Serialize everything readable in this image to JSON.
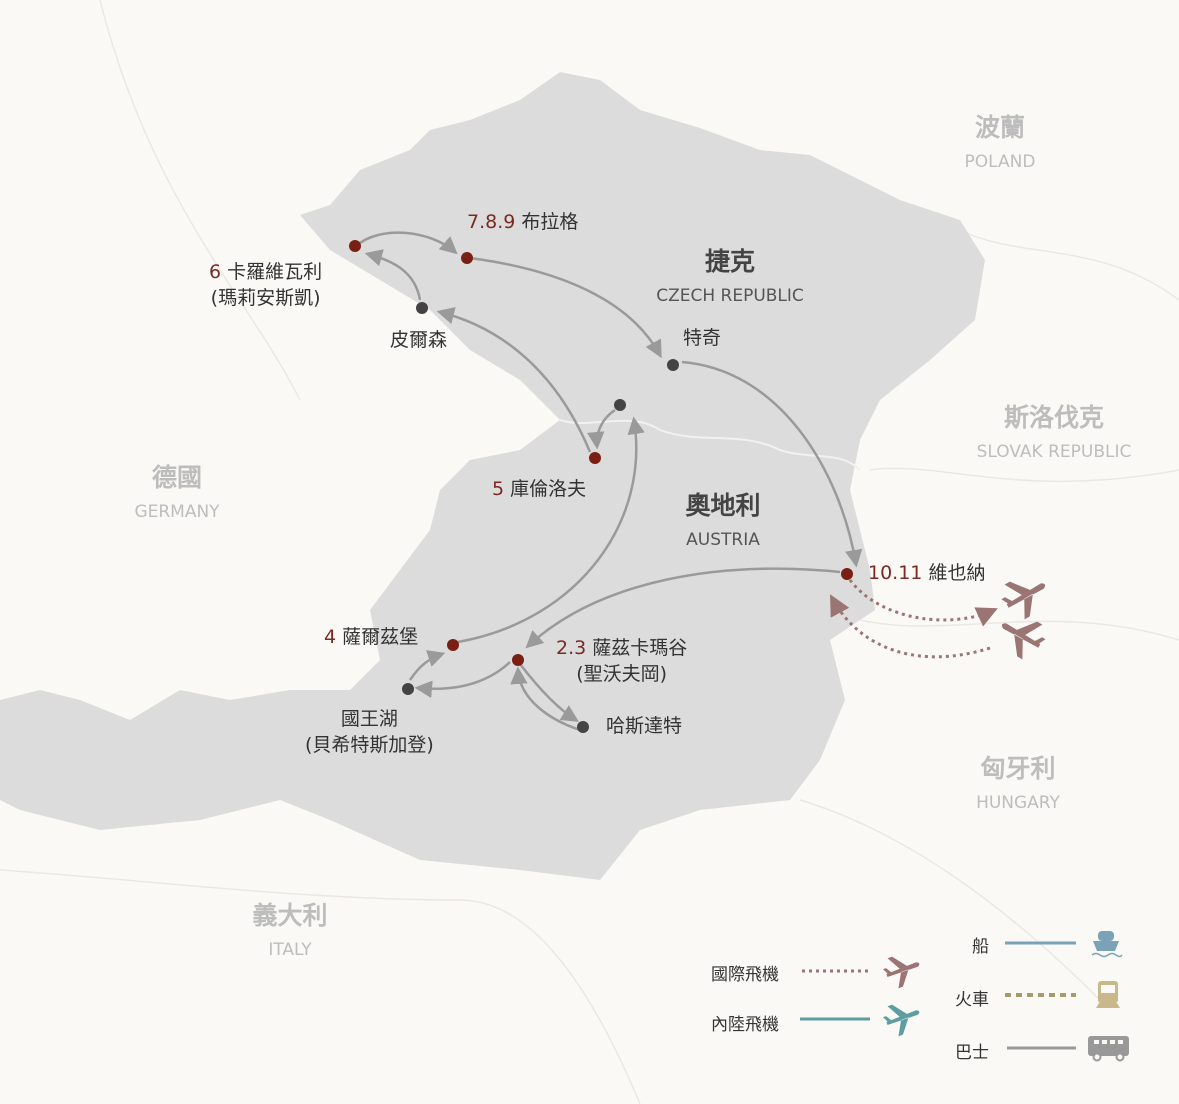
{
  "countries": [
    {
      "id": "poland",
      "zh": "波蘭",
      "en": "POLAND"
    },
    {
      "id": "czech",
      "zh": "捷克",
      "en": "CZECH REPUBLIC"
    },
    {
      "id": "slovak",
      "zh": "斯洛伐克",
      "en": "SLOVAK REPUBLIC"
    },
    {
      "id": "germany",
      "zh": "德國",
      "en": "GERMANY"
    },
    {
      "id": "austria",
      "zh": "奧地利",
      "en": "AUSTRIA"
    },
    {
      "id": "hungary",
      "zh": "匈牙利",
      "en": "HUNGARY"
    },
    {
      "id": "italy",
      "zh": "義大利",
      "en": "ITALY"
    }
  ],
  "stops": [
    {
      "day": "7.8.9",
      "name": "布拉格"
    },
    {
      "day": "6",
      "name": "卡羅維瓦利",
      "sub": "(瑪莉安斯凱)"
    },
    {
      "day": "5",
      "name": "庫倫洛夫"
    },
    {
      "day": "10.11",
      "name": "維也納"
    },
    {
      "day": "4",
      "name": "薩爾茲堡"
    },
    {
      "day": "2.3",
      "name": "薩茲卡瑪谷",
      "sub": "(聖沃夫岡)"
    }
  ],
  "places": [
    {
      "name": "皮爾森"
    },
    {
      "name": "特奇"
    },
    {
      "name": "國王湖",
      "sub": "(貝希特斯加登)"
    },
    {
      "name": "哈斯達特"
    }
  ],
  "legend": {
    "intl_flight": "國際飛機",
    "domestic_flight": "內陸飛機",
    "ship": "船",
    "train": "火車",
    "bus": "巴士"
  },
  "colors": {
    "stop": "#7a1f14",
    "place": "#444444",
    "land": "#dcdcdc",
    "route": "#9a9a9a",
    "intl": "#9b7474",
    "domestic": "#5e9ea0",
    "ship": "#7ba3b8",
    "train": "#a89a6a",
    "bus": "#999999"
  }
}
